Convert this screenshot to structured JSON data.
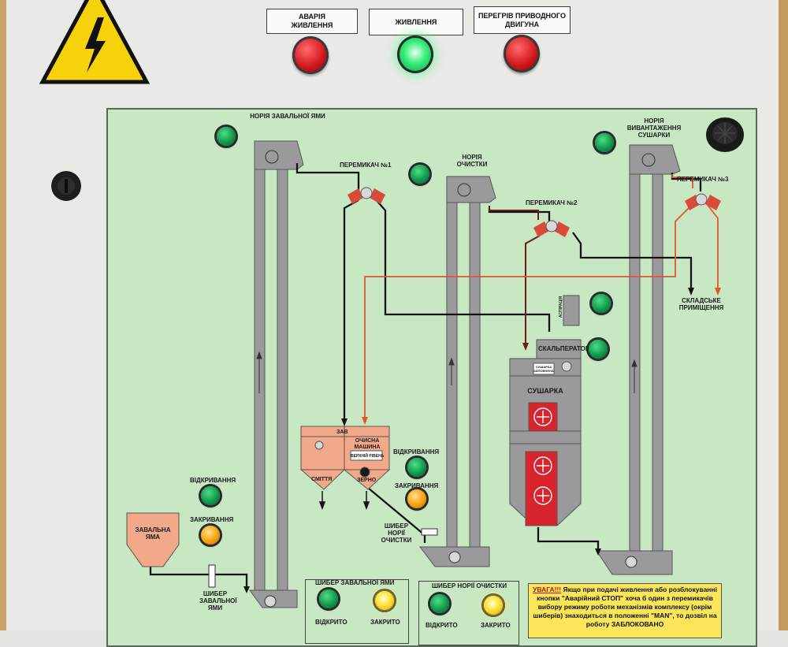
{
  "colors": {
    "panel_bg": "#c8e8c4",
    "elevator_gray": "#9a9a9c",
    "salmon": "#f2a98a",
    "dryer_red": "#d8242c",
    "warning_yellow": "#fbe65a",
    "lamp_green": "#35f07a",
    "lamp_red": "#d0141a",
    "line_black": "#141414",
    "line_orange": "#e0552a",
    "line_darkred": "#6e1a1a"
  },
  "icons": {
    "hazard": "high-voltage-warning-icon",
    "stop": "emergency-stop-button",
    "key": "panel-lock-icon",
    "buzzer": "siren-speaker-icon"
  },
  "top_lamps": {
    "power_fault": "АВАРІЯ ЖИВЛЕННЯ",
    "power": "ЖИВЛЕННЯ",
    "motor_overheat": "ПЕРЕГРІВ ПРИВОДНОГО ДВИГУНА"
  },
  "mnemo": {
    "noria_intake_pit": "НОРІЯ ЗАВАЛЬНОЇ ЯМИ",
    "noria_cleaning": "НОРІЯ ОЧИСТКИ",
    "noria_dryer_unload": "НОРІЯ ВИВАНТАЖЕННЯ СУШАРКИ",
    "switch_1": "ПЕРЕМИКАЧ №1",
    "switch_2": "ПЕРЕМИКАЧ №2",
    "switch_3": "ПЕРЕМИКАЧ №3",
    "warehouse": "СКЛАДСЬКЕ ПРИМІЩЕННЯ",
    "aspiration": "АСПІРАЦІЯ",
    "scalperator": "СКАЛЬПЕРАТОР",
    "dryer_filled": "СУШАРКА ЗАПОВНЕНА",
    "dryer": "СУШАРКА",
    "zav": "ЗАВ",
    "cleaning_machine": "ОЧИСНА МАШИНА",
    "upper_level": "ВЕРХНІЙ РІВЕНЬ",
    "trash": "СМІТТЯ",
    "grain": "ЗЕРНО",
    "opening": "ВІДКРИВАННЯ",
    "closing": "ЗАКРИВАННЯ",
    "intake_pit": "ЗАВАЛЬНА ЯМА",
    "gate_intake_pit": "ШИБЕР ЗАВАЛЬНОЇ ЯМИ",
    "gate_noria_cleaning": "ШИБЕР НОРІЇ ОЧИСТКИ"
  },
  "bottom": {
    "box1_title": "ШИБЕР ЗАВАЛЬНОЇ ЯМИ",
    "box2_title": "ШИБЕР НОРІЇ ОЧИСТКИ",
    "opened": "ВІДКРИТО",
    "closed": "ЗАКРИТО"
  },
  "warning": {
    "head": "УВАГА!!!",
    "text": "Якщо при подачі живлення або розблокуванні кнопки \"Аварійний СТОП\" хоча б один з перемикачів вибору режиму роботи механізмів комплексу (окрім шиберів) знаходиться в положенні \"MAN\", то дозвіл на роботу ЗАБЛОКОВАНО"
  }
}
